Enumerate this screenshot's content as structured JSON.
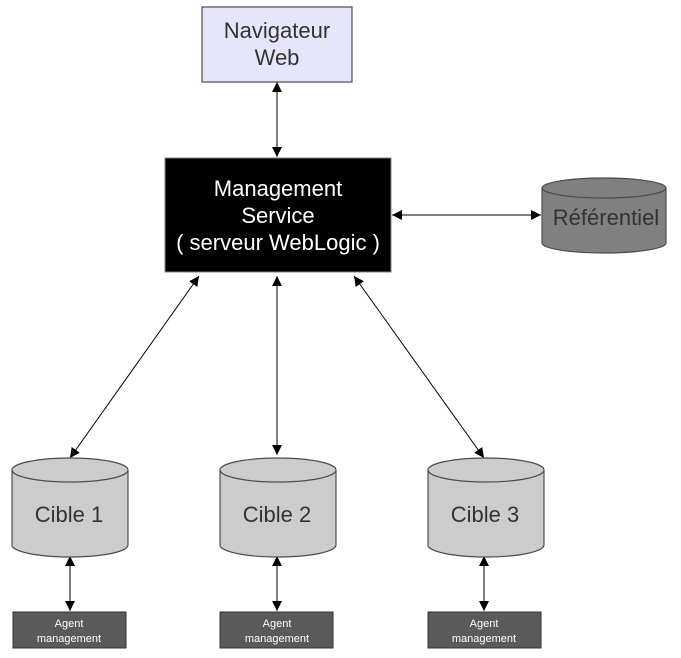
{
  "browser": {
    "line1": "Navigateur",
    "line2": "Web"
  },
  "service": {
    "line1": "Management",
    "line2": "Service",
    "line3": "( serveur WebLogic )"
  },
  "repository": {
    "label": "Référentiel"
  },
  "targets": [
    {
      "label": "Cible 1",
      "agent_line1": "Agent",
      "agent_line2": "management"
    },
    {
      "label": "Cible 2",
      "agent_line1": "Agent",
      "agent_line2": "management"
    },
    {
      "label": "Cible 3",
      "agent_line1": "Agent",
      "agent_line2": "management"
    }
  ],
  "colors": {
    "browser_fill": "#e6e6fa",
    "browser_border": "#4d4d4d",
    "service_fill": "#000000",
    "service_text": "#ffffff",
    "repository_fill": "#808080",
    "target_fill": "#cccccc",
    "agent_fill": "#5a5a5a",
    "agent_text": "#ffffff",
    "arrow": "#000000"
  }
}
